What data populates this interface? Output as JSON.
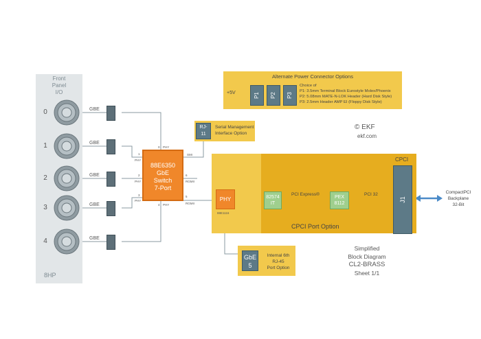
{
  "front_panel": {
    "title_lines": [
      "Front",
      "Panel",
      "I/O"
    ],
    "ports": [
      "0",
      "1",
      "2",
      "3",
      "4"
    ],
    "hp_label": "8HP"
  },
  "gbe_label": "GBE",
  "switch": {
    "lines": [
      "88E6350",
      "GbE",
      "Switch",
      "7-Port"
    ]
  },
  "switch_pins": {
    "p0": "0",
    "p1": "1",
    "p2": "2",
    "p3": "3",
    "p4": "4",
    "p5": "5",
    "p6": "6",
    "phy": "PHY",
    "smi": "SMI",
    "rgmii": "RGMII"
  },
  "rj11": {
    "lines": [
      "RJ-",
      "11"
    ],
    "caption_lines": [
      "Serial Management",
      "Interface Option"
    ]
  },
  "power": {
    "title": "Alternate Power Connector Options",
    "voltage": "+5V",
    "connectors": [
      "P1",
      "P2",
      "P3"
    ],
    "choice_lines": [
      "Choice of",
      "P1: 3.5mm Terminal Block Eurostyle Molex/Phoenix",
      "P2: 5.08mm MATE-N-LOK Header (Hard Disk Style)",
      "P3: 2.5mm Header AMP EI (Floppy Disk Style)"
    ]
  },
  "brand": {
    "copyright": "© EKF",
    "url": "ekf.com"
  },
  "phy": {
    "label": "PHY",
    "part": "88E1116"
  },
  "cpci": {
    "title": "CPCI",
    "port_option": "CPCI Port Option",
    "chip1_lines": [
      "82574",
      "IT"
    ],
    "bus1": "PCI Express®",
    "chip2_lines": [
      "PEX",
      "8112"
    ],
    "bus2": "PCI 32",
    "connector": "J1"
  },
  "backplane_lines": [
    "CompactPCI",
    "Backplane",
    "32-Bit"
  ],
  "gbe5": {
    "lines": [
      "GbE",
      "5"
    ],
    "caption_lines": [
      "Internal 6th",
      "RJ-45",
      "Port Option"
    ]
  },
  "diagram_title_lines": [
    "Simplified",
    "Block Diagram",
    "CL2-BRASS",
    "Sheet 1/1"
  ]
}
